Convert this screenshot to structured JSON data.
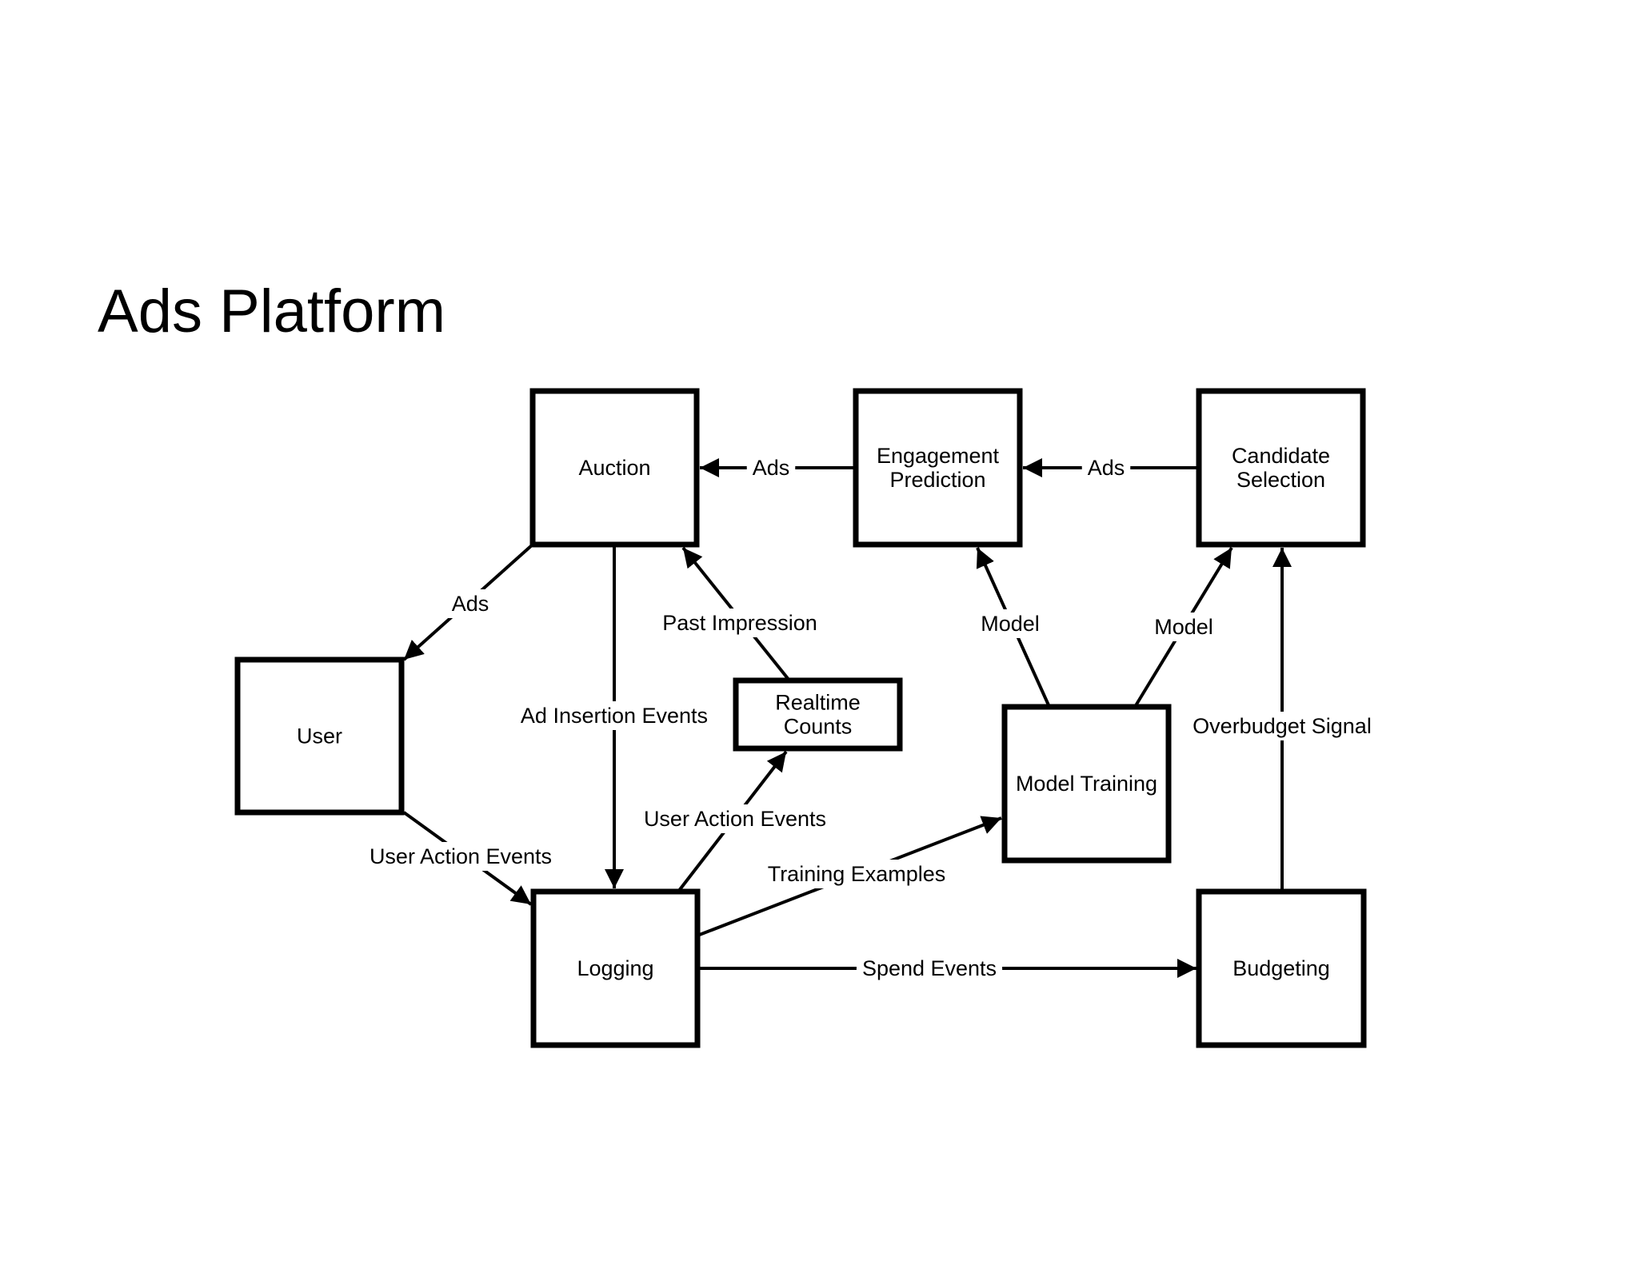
{
  "title": "Ads Platform",
  "colors": {
    "stroke": "#000000",
    "background": "#ffffff"
  },
  "nodes": {
    "auction": {
      "lines": [
        "Auction"
      ]
    },
    "engagement": {
      "lines": [
        "Engagement",
        "Prediction"
      ]
    },
    "candidate": {
      "lines": [
        "Candidate",
        "Selection"
      ]
    },
    "user": {
      "lines": [
        "User"
      ]
    },
    "realtime": {
      "lines": [
        "Realtime",
        "Counts"
      ]
    },
    "model_training": {
      "lines": [
        "Model Training"
      ]
    },
    "logging": {
      "lines": [
        "Logging"
      ]
    },
    "budgeting": {
      "lines": [
        "Budgeting"
      ]
    }
  },
  "edges": [
    {
      "id": "engagement-to-auction",
      "from": "engagement",
      "to": "auction",
      "label": "Ads"
    },
    {
      "id": "candidate-to-engagement",
      "from": "candidate",
      "to": "engagement",
      "label": "Ads"
    },
    {
      "id": "auction-to-user",
      "from": "auction",
      "to": "user",
      "label": "Ads"
    },
    {
      "id": "realtime-to-auction",
      "from": "realtime",
      "to": "auction",
      "label": "Past Impression"
    },
    {
      "id": "auction-to-logging",
      "from": "auction",
      "to": "logging",
      "label": "Ad Insertion Events"
    },
    {
      "id": "user-to-logging",
      "from": "user",
      "to": "logging",
      "label": "User Action Events"
    },
    {
      "id": "logging-to-realtime",
      "from": "logging",
      "to": "realtime",
      "label": "User Action Events"
    },
    {
      "id": "logging-to-model-training",
      "from": "logging",
      "to": "model_training",
      "label": "Training Examples"
    },
    {
      "id": "model-training-to-engagement",
      "from": "model_training",
      "to": "engagement",
      "label": "Model"
    },
    {
      "id": "model-training-to-candidate",
      "from": "model_training",
      "to": "candidate",
      "label": "Model"
    },
    {
      "id": "logging-to-budgeting",
      "from": "logging",
      "to": "budgeting",
      "label": "Spend Events"
    },
    {
      "id": "budgeting-to-candidate",
      "from": "budgeting",
      "to": "candidate",
      "label": "Overbudget Signal"
    }
  ]
}
